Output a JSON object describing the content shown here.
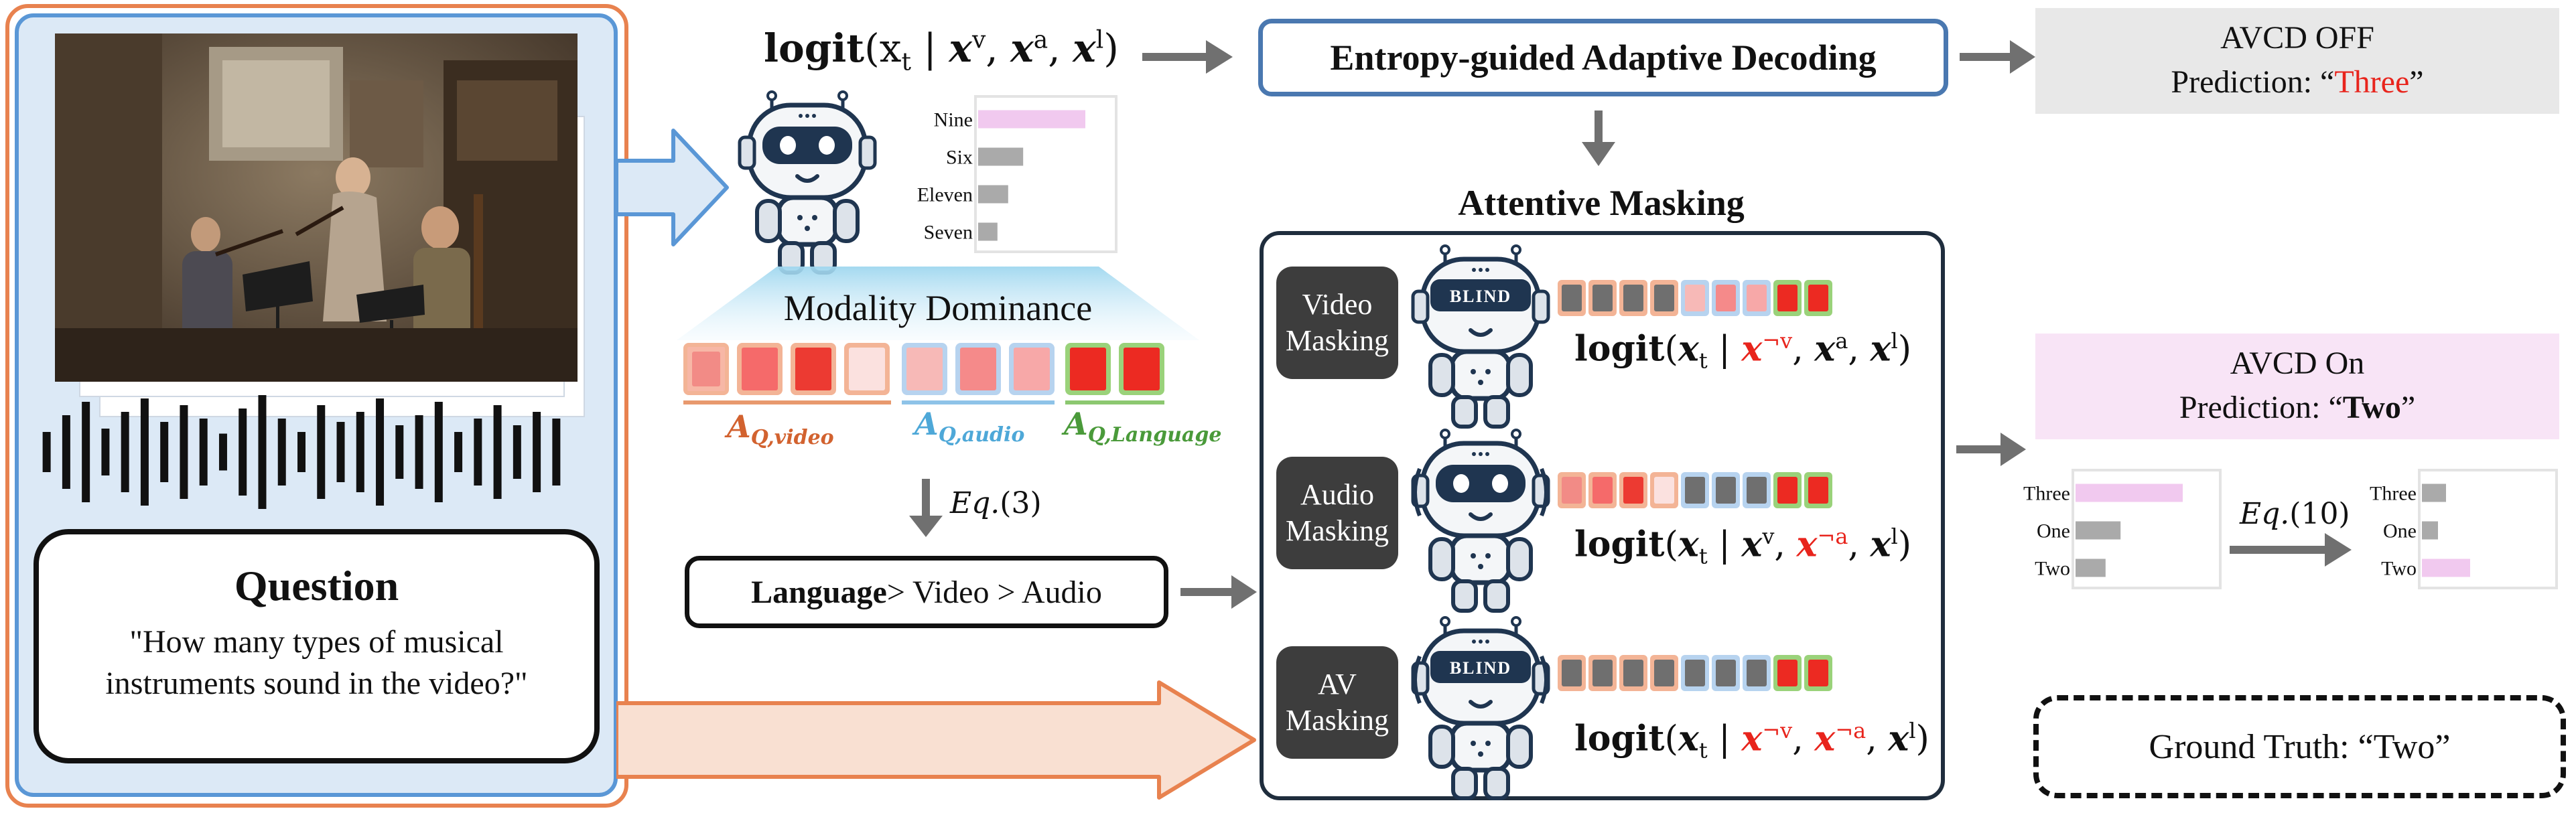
{
  "input": {
    "question_title": "Question",
    "question_text_line1": "\"How many types of musical",
    "question_text_line2": "instruments sound in the video?\""
  },
  "top": {
    "logit_prefix": "logit",
    "logit_expr": "(x",
    "sub_t": "t",
    "bar_sep": " | ",
    "xv": "x",
    "sup_v": "v",
    "xa": "x",
    "sup_a": "a",
    "xl": "x",
    "sup_l": "l",
    "close": ")"
  },
  "top_chart": {
    "type": "bar",
    "categories": [
      "Nine",
      "Six",
      "Eleven",
      "Seven"
    ],
    "values": [
      1.0,
      0.42,
      0.28,
      0.18
    ],
    "colors": [
      "#f1c9ef",
      "#aaaaaa",
      "#aaaaaa",
      "#aaaaaa"
    ]
  },
  "modality": {
    "title": "Modality Dominance",
    "label_video_A": "A",
    "label_video_sub": "Q,video",
    "label_audio_A": "A",
    "label_audio_sub": "Q,audio",
    "label_lang_A": "A",
    "label_lang_sub": "Q,Language",
    "eq_label": "Eq.",
    "eq_num": "(3)",
    "ranking_bold": "Language",
    "ranking_rest": " > Video > Audio"
  },
  "decoding": {
    "title": "Entropy-guided Adaptive Decoding",
    "masking_title": "Attentive Masking",
    "video_mask_line1": "Video",
    "video_mask_line2": "Masking",
    "audio_mask_line1": "Audio",
    "audio_mask_line2": "Masking",
    "av_mask_line1": "AV",
    "av_mask_line2": "Masking",
    "blind_label": "BLIND",
    "neg_v": "¬v",
    "neg_a": "¬a"
  },
  "output": {
    "off_title": "AVCD OFF",
    "off_pred_prefix": "Prediction: “",
    "off_pred_value": "Three",
    "off_pred_suffix": "”",
    "on_title": "AVCD On",
    "on_pred_prefix": "Prediction: “",
    "on_pred_value": "Two",
    "on_pred_suffix": "”",
    "eq_label": "Eq.",
    "eq_num": "(10)",
    "ground_truth": "Ground Truth: “Two”"
  },
  "before_chart": {
    "type": "bar",
    "categories": [
      "Three",
      "One",
      "Two"
    ],
    "values": [
      1.0,
      0.42,
      0.28
    ],
    "colors": [
      "#f1c9ef",
      "#aaaaaa",
      "#aaaaaa"
    ]
  },
  "after_chart": {
    "type": "bar",
    "categories": [
      "Three",
      "One",
      "Two"
    ],
    "values": [
      0.45,
      0.3,
      0.9
    ],
    "colors": [
      "#aaaaaa",
      "#aaaaaa",
      "#f1c9ef"
    ]
  },
  "colors": {
    "input_panel_fill": "#dce9f6",
    "input_panel_border": "#5a97d6",
    "outer_border": "#e8824f",
    "decoding_border": "#4a78b0",
    "off_fill": "#e8e8e8",
    "on_fill": "#f8e4f6",
    "mask_label_fill": "#3d3d3d"
  }
}
